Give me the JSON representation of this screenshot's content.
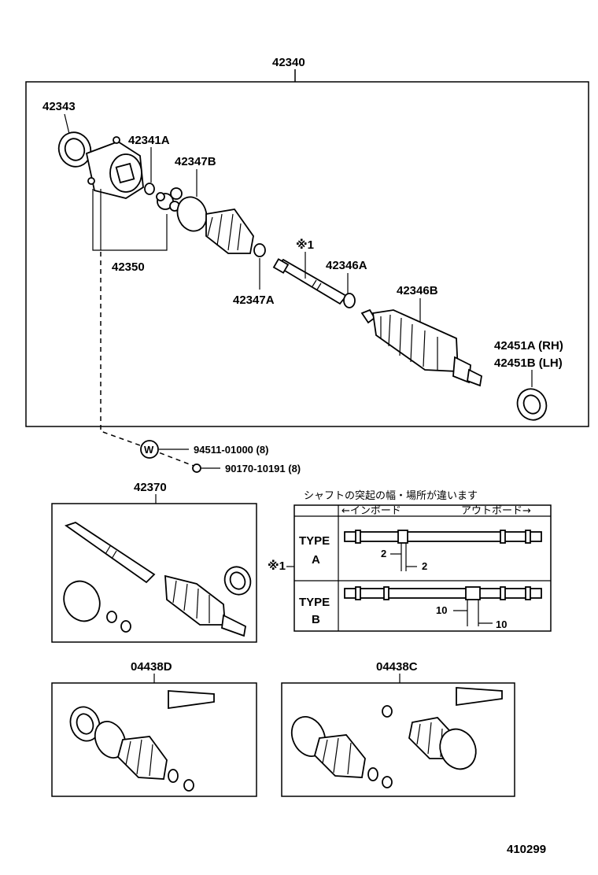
{
  "diagram": {
    "assembly_number": "42340",
    "parts": {
      "p42343": "42343",
      "p42341A": "42341A",
      "p42347B": "42347B",
      "p42350": "42350",
      "p42347A": "42347A",
      "note1": "※1",
      "p42346A": "42346A",
      "p42346B": "42346B",
      "p42451A": "42451A (RH)",
      "p42451B": "42451B (LH)",
      "bolt1": "94511-01000 (8)",
      "bolt2": "90170-10191 (8)",
      "washer_symbol": "W"
    },
    "shaft_kit": "42370",
    "shaft_type_table": {
      "title": "シャフトの突起の幅・場所が違います",
      "header_inboard": "←インボード",
      "header_outboard": "アウトボード→",
      "ref_mark": "※1",
      "type_a_line1": "TYPE",
      "type_a_line2": "A",
      "type_a_dim_left": "2",
      "type_a_dim_right": "2",
      "type_b_line1": "TYPE",
      "type_b_line2": "B",
      "type_b_dim_left": "10",
      "type_b_dim_right": "10"
    },
    "kit_left": "04438D",
    "kit_right": "04438C",
    "figure_number": "410299"
  }
}
